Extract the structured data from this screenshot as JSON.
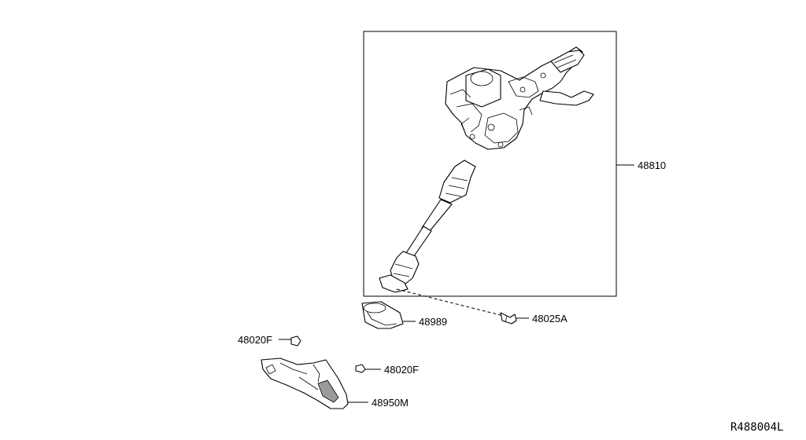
{
  "diagram": {
    "reference_code": "R488004L",
    "callouts": {
      "steering_column_assy": "48810",
      "hole_cover_seal": "48989",
      "bolt": "48025A",
      "clip_left": "48020F",
      "clip_right": "48020F",
      "column_cover": "48950M"
    }
  }
}
